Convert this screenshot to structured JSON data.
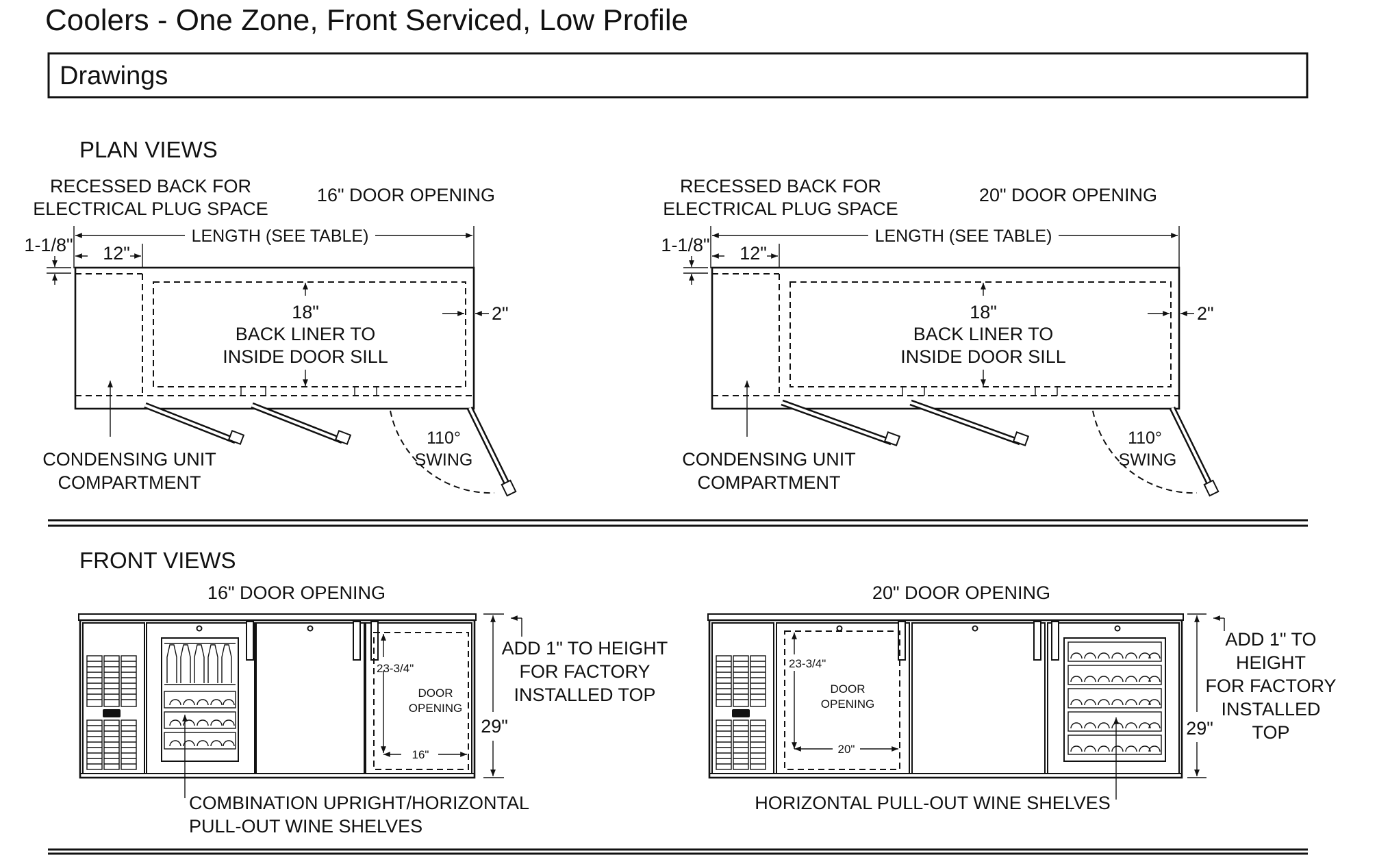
{
  "page": {
    "title": "Coolers - One Zone, Front Serviced, Low Profile",
    "section_label": "Drawings"
  },
  "plan_views": {
    "heading": "PLAN VIEWS",
    "left": {
      "recessed_line1": "RECESSED BACK FOR",
      "recessed_line2": "ELECTRICAL PLUG SPACE",
      "door_opening": "16\" DOOR OPENING",
      "length": "LENGTH (SEE TABLE)",
      "dim_1_1_8": "1-1/8\"",
      "dim_12": "12\"",
      "dim_18": "18\"",
      "liner_line1": "BACK LINER TO",
      "liner_line2": "INSIDE DOOR SILL",
      "dim_2": "2\"",
      "condensing_line1": "CONDENSING UNIT",
      "condensing_line2": "COMPARTMENT",
      "swing_deg": "110°",
      "swing": "SWING"
    },
    "right": {
      "recessed_line1": "RECESSED BACK FOR",
      "recessed_line2": "ELECTRICAL PLUG SPACE",
      "door_opening": "20\" DOOR OPENING",
      "length": "LENGTH (SEE TABLE)",
      "dim_1_1_8": "1-1/8\"",
      "dim_12": "12\"",
      "dim_18": "18\"",
      "liner_line1": "BACK LINER TO",
      "liner_line2": "INSIDE DOOR SILL",
      "dim_2": "2\"",
      "condensing_line1": "CONDENSING UNIT",
      "condensing_line2": "COMPARTMENT",
      "swing_deg": "110°",
      "swing": "SWING"
    }
  },
  "front_views": {
    "heading": "FRONT VIEWS",
    "left": {
      "door_opening": "16\" DOOR OPENING",
      "dim_height": "23-3/4\"",
      "door_label_line1": "DOOR",
      "door_label_line2": "OPENING",
      "dim_width": "16\"",
      "add_line1": "ADD 1\" TO HEIGHT",
      "add_line2": "FOR FACTORY",
      "add_line3": "INSTALLED TOP",
      "dim_29": "29\"",
      "shelves_line1": "COMBINATION UPRIGHT/HORIZONTAL",
      "shelves_line2": "PULL-OUT WINE SHELVES"
    },
    "right": {
      "door_opening": "20\" DOOR OPENING",
      "dim_height": "23-3/4\"",
      "door_label_line1": "DOOR",
      "door_label_line2": "OPENING",
      "dim_width": "20\"",
      "add_line1": "ADD 1\" TO",
      "add_line2": "HEIGHT",
      "add_line3": "FOR FACTORY",
      "add_line4": "INSTALLED",
      "add_line5": "TOP",
      "dim_29": "29\"",
      "shelves_line1": "HORIZONTAL PULL-OUT WINE SHELVES"
    }
  }
}
